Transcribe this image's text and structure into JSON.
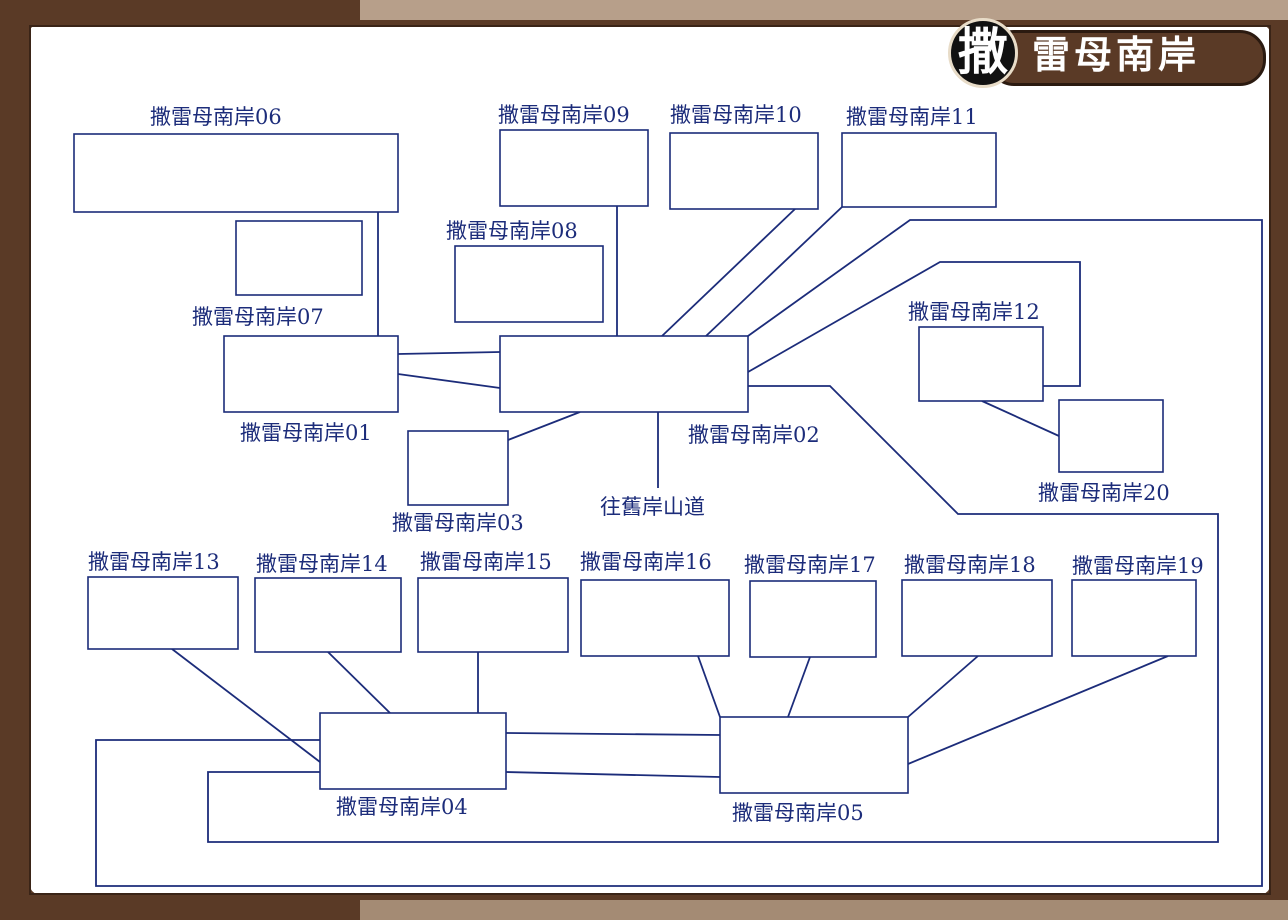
{
  "title": {
    "first_char": "撒",
    "rest": "雷母南岸"
  },
  "colors": {
    "line": "#1c2c7a",
    "frame": "#5a3a26",
    "badge": "#5a3a26"
  },
  "nodes": [
    {
      "id": "n01",
      "label": "撒雷母南岸01"
    },
    {
      "id": "n02",
      "label": "撒雷母南岸02"
    },
    {
      "id": "n03",
      "label": "撒雷母南岸03"
    },
    {
      "id": "n04",
      "label": "撒雷母南岸04"
    },
    {
      "id": "n05",
      "label": "撒雷母南岸05"
    },
    {
      "id": "n06",
      "label": "撒雷母南岸06"
    },
    {
      "id": "n07",
      "label": "撒雷母南岸07"
    },
    {
      "id": "n08",
      "label": "撒雷母南岸08"
    },
    {
      "id": "n09",
      "label": "撒雷母南岸09"
    },
    {
      "id": "n10",
      "label": "撒雷母南岸10"
    },
    {
      "id": "n11",
      "label": "撒雷母南岸11"
    },
    {
      "id": "n12",
      "label": "撒雷母南岸12"
    },
    {
      "id": "n13",
      "label": "撒雷母南岸13"
    },
    {
      "id": "n14",
      "label": "撒雷母南岸14"
    },
    {
      "id": "n15",
      "label": "撒雷母南岸15"
    },
    {
      "id": "n16",
      "label": "撒雷母南岸16"
    },
    {
      "id": "n17",
      "label": "撒雷母南岸17"
    },
    {
      "id": "n18",
      "label": "撒雷母南岸18"
    },
    {
      "id": "n19",
      "label": "撒雷母南岸19"
    },
    {
      "id": "n20",
      "label": "撒雷母南岸20"
    }
  ],
  "trail_label": "往舊岸山道",
  "edges": [
    [
      "n06",
      "n01"
    ],
    [
      "n01",
      "n02"
    ],
    [
      "n01",
      "n02"
    ],
    [
      "n02",
      "n03"
    ],
    [
      "n09",
      "n02"
    ],
    [
      "n10",
      "n02"
    ],
    [
      "n11",
      "n02"
    ],
    [
      "n12",
      "n02"
    ],
    [
      "n12",
      "n20"
    ],
    [
      "n13",
      "n04"
    ],
    [
      "n14",
      "n04"
    ],
    [
      "n15",
      "n04"
    ],
    [
      "n16",
      "n05"
    ],
    [
      "n17",
      "n05"
    ],
    [
      "n18",
      "n05"
    ],
    [
      "n19",
      "n05"
    ],
    [
      "n04",
      "n05"
    ],
    [
      "n04",
      "n05"
    ],
    [
      "n02",
      "n04"
    ],
    [
      "n02",
      "n05"
    ]
  ]
}
